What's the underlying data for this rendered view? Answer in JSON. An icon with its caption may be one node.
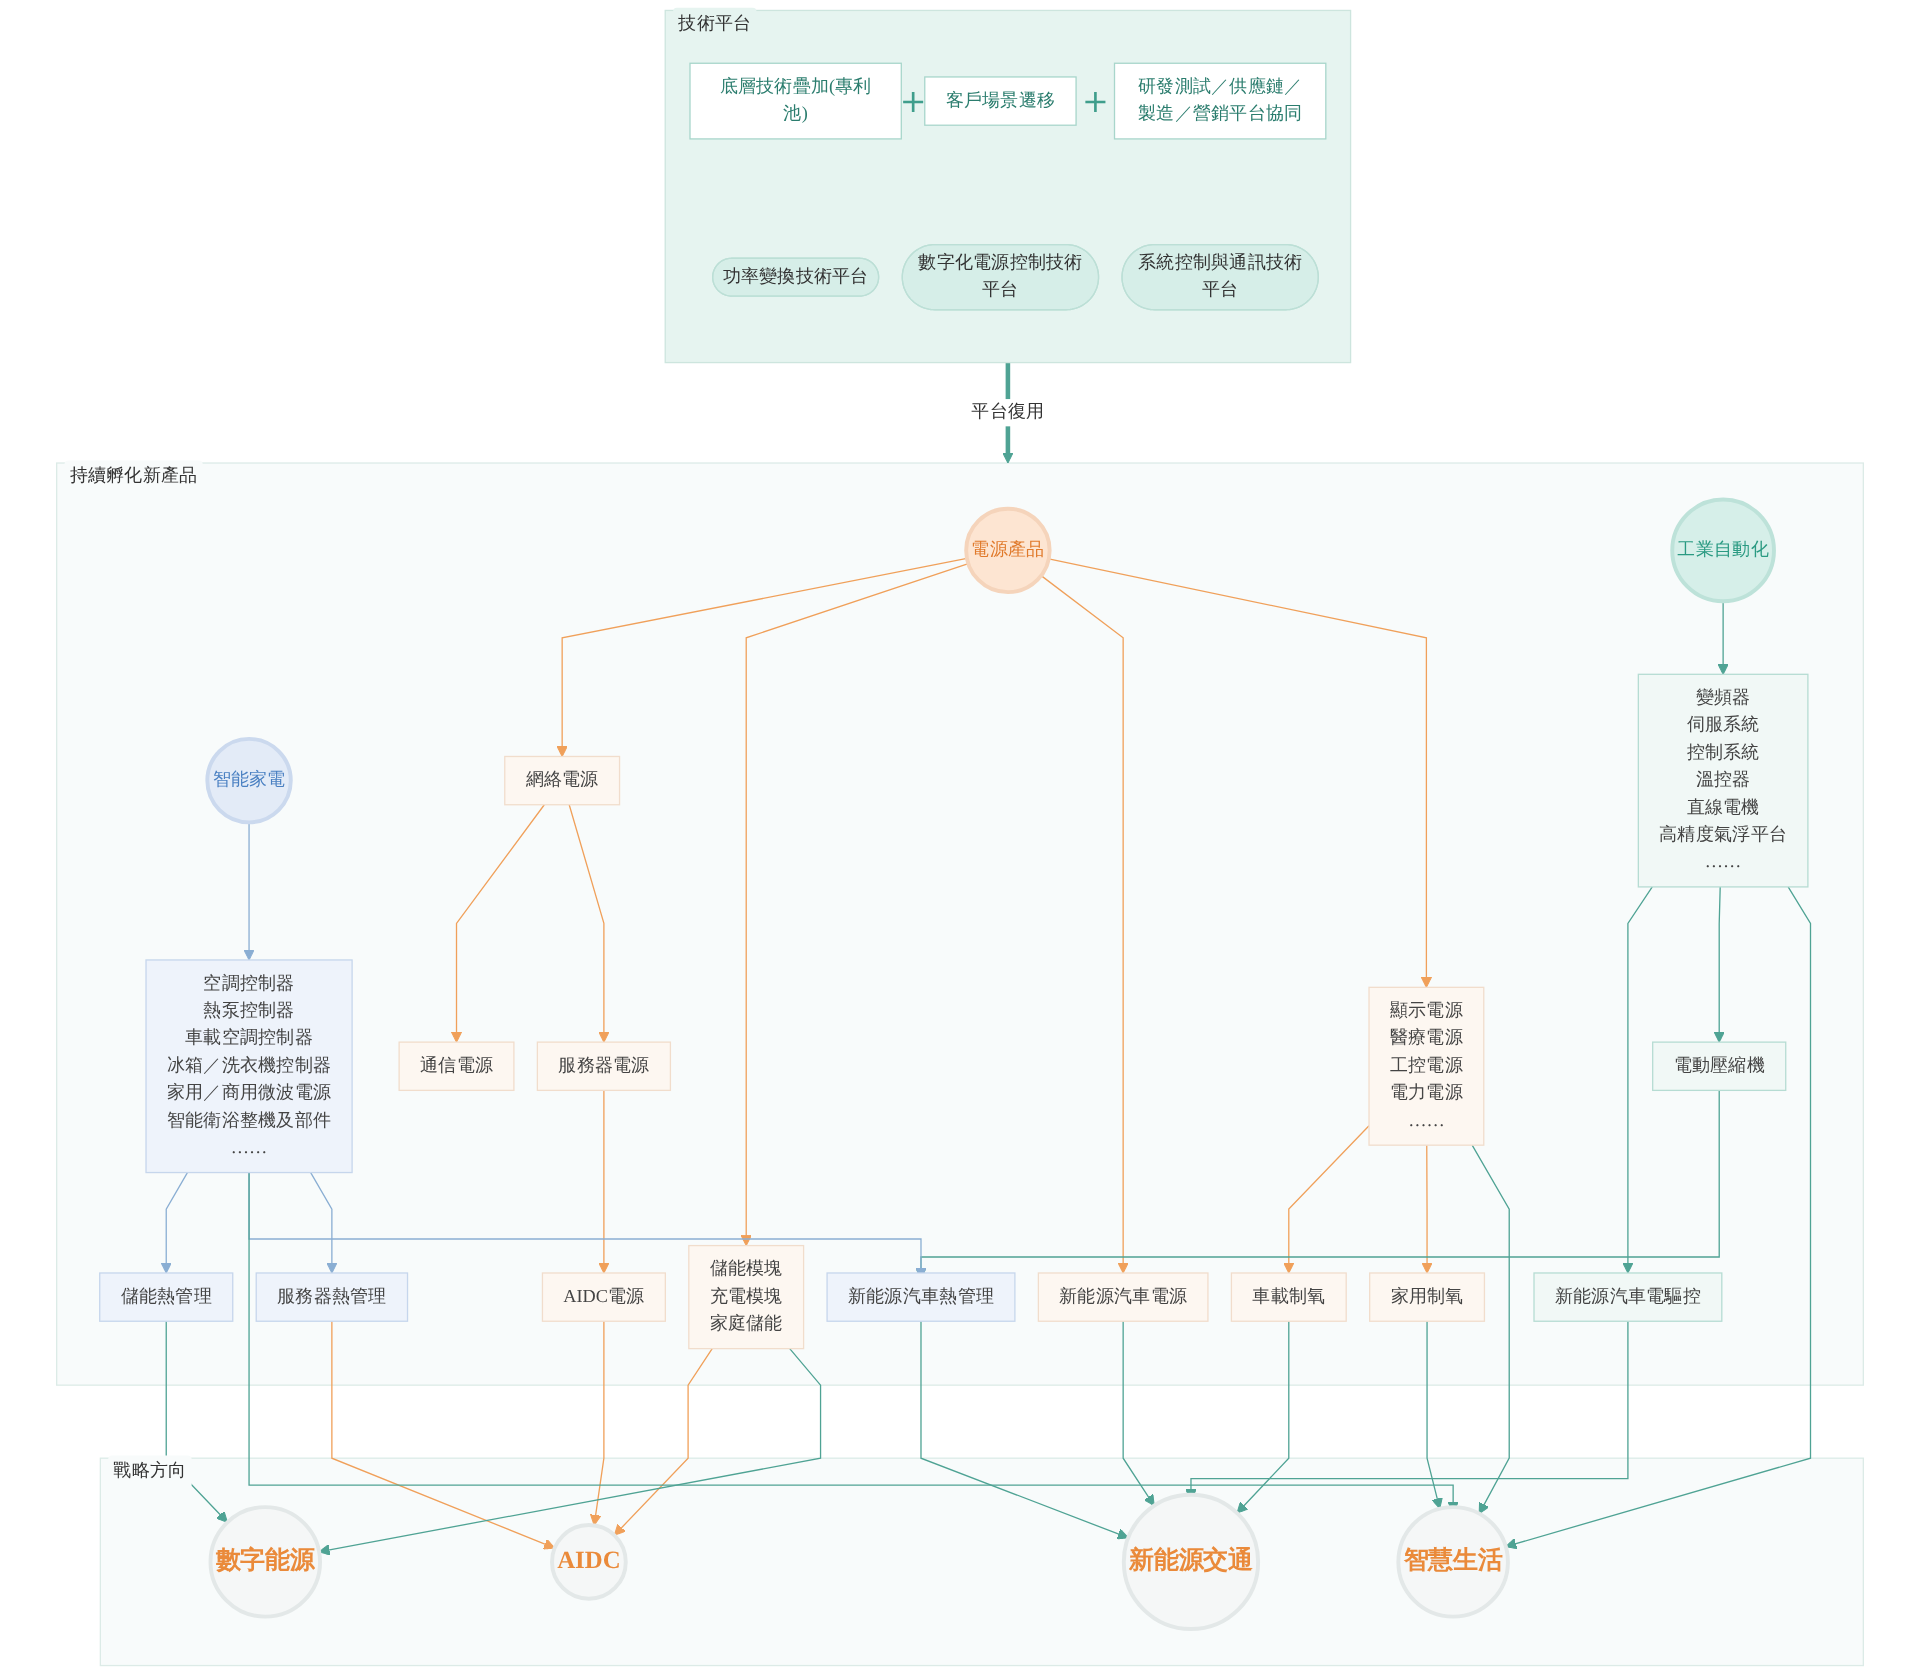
{
  "diagram": {
    "nodes": [
      {
        "text": [
          "技術平台"
        ]
      },
      {
        "text": [
          "底層技術疊加(專利池)"
        ],
        "in": 0
      },
      {
        "text": [
          "客戶場景遷移"
        ],
        "in": 0
      },
      {
        "text": [
          "研發測試／供應鏈／製造／營銷平台協同"
        ],
        "in": 0
      },
      {
        "text": [
          "功率變換技術平台"
        ],
        "in": 0
      },
      {
        "text": [
          "數字化電源控制技術平台"
        ],
        "in": 0
      },
      {
        "text": [
          "系統控制與通訊技術平台"
        ],
        "in": 0
      },
      {
        "text": [
          "持續孵化新產品"
        ]
      },
      {
        "text": [
          "電源產品"
        ],
        "in": 7
      },
      {
        "text": [
          "工業自動化"
        ],
        "in": 7
      },
      {
        "text": [
          "智能家電"
        ],
        "in": 7
      },
      {
        "text": [
          "網絡電源"
        ],
        "in": 7
      },
      {
        "text": [
          "儲能模塊",
          "充電模塊",
          "家庭儲能"
        ],
        "in": 7
      },
      {
        "text": [
          "新能源汽車電源"
        ],
        "in": 7
      },
      {
        "text": [
          "顯示電源",
          "醫療電源",
          "工控電源",
          "電力電源",
          "……"
        ],
        "in": 7
      },
      {
        "text": [
          "通信電源"
        ],
        "in": 7
      },
      {
        "text": [
          "服務器電源"
        ],
        "in": 7
      },
      {
        "text": [
          "AIDC電源"
        ],
        "in": 7
      },
      {
        "text": [
          "車載制氧"
        ],
        "in": 7
      },
      {
        "text": [
          "家用制氧"
        ],
        "in": 7
      },
      {
        "text": [
          "變頻器",
          "伺服系統",
          "控制系統",
          "溫控器",
          "直線電機",
          "高精度氣浮平台",
          "……"
        ],
        "in": 7
      },
      {
        "text": [
          "新能源汽車電驅控"
        ],
        "in": 7
      },
      {
        "text": [
          "電動壓縮機"
        ],
        "in": 7
      },
      {
        "text": [
          "空調控制器",
          "熱泵控制器",
          "車載空調控制器",
          "冰箱／洗衣機控制器",
          "家用／商用微波電源",
          "智能衛浴整機及部件",
          "……"
        ],
        "in": 7
      },
      {
        "text": [
          "新能源汽車熱管理"
        ],
        "in": 7
      },
      {
        "text": [
          "儲能熱管理"
        ],
        "in": 7
      },
      {
        "text": [
          "服務器熱管理"
        ],
        "in": 7
      },
      {
        "text": [
          "戰略方向"
        ]
      },
      {
        "text": [
          "AIDC"
        ],
        "in": 27
      },
      {
        "text": [
          "新能源交通"
        ],
        "in": 27
      },
      {
        "text": [
          "數字能源"
        ],
        "in": 27
      },
      {
        "text": [
          "智慧生活"
        ],
        "in": 27
      }
    ],
    "edges": [
      {
        "from": 0,
        "to": 7,
        "arrow": "to",
        "label": "平台復用",
        "style": "thick"
      },
      {
        "from": 8,
        "to": 11,
        "arrow": "to",
        "color": "#f0a05a"
      },
      {
        "from": 8,
        "to": 12,
        "arrow": "to",
        "color": "#f0a05a"
      },
      {
        "from": 8,
        "to": 13,
        "arrow": "to",
        "color": "#f0a05a"
      },
      {
        "from": 8,
        "to": 14,
        "arrow": "to",
        "color": "#f0a05a"
      },
      {
        "from": 11,
        "to": 15,
        "arrow": "to",
        "color": "#f0a05a"
      },
      {
        "from": 11,
        "to": 16,
        "arrow": "to",
        "color": "#f0a05a"
      },
      {
        "from": 16,
        "to": 17,
        "arrow": "to",
        "color": "#f0a05a"
      },
      {
        "from": 14,
        "to": 18,
        "arrow": "to",
        "color": "#f0a05a"
      },
      {
        "from": 14,
        "to": 19,
        "arrow": "to",
        "color": "#f0a05a"
      },
      {
        "from": 9,
        "to": 20,
        "arrow": "to"
      },
      {
        "from": 10,
        "to": 23,
        "arrow": "to",
        "color": "#8aaed3"
      },
      {
        "from": 20,
        "to": 21,
        "arrow": "to"
      },
      {
        "from": 20,
        "to": 22,
        "arrow": "to"
      },
      {
        "from": 22,
        "to": 24,
        "arrow": "to"
      },
      {
        "from": 23,
        "to": 24,
        "arrow": "to",
        "color": "#8aaed3"
      },
      {
        "from": 23,
        "to": 25,
        "arrow": "to",
        "color": "#8aaed3"
      },
      {
        "from": 23,
        "to": 26,
        "arrow": "to",
        "color": "#8aaed3"
      },
      {
        "from": 17,
        "to": 28,
        "arrow": "to",
        "color": "#f0a05a"
      },
      {
        "from": 12,
        "to": 28,
        "arrow": "to",
        "color": "#f0a05a"
      },
      {
        "from": 26,
        "to": 28,
        "arrow": "to",
        "color": "#f0a05a"
      },
      {
        "from": 18,
        "to": 29,
        "arrow": "to"
      },
      {
        "from": 13,
        "to": 29,
        "arrow": "to"
      },
      {
        "from": 21,
        "to": 29,
        "arrow": "to"
      },
      {
        "from": 24,
        "to": 29,
        "arrow": "to"
      },
      {
        "from": 12,
        "to": 30,
        "arrow": "to"
      },
      {
        "from": 25,
        "to": 30,
        "arrow": "to"
      },
      {
        "from": 14,
        "to": 31,
        "arrow": "to"
      },
      {
        "from": 19,
        "to": 31,
        "arrow": "to"
      },
      {
        "from": 20,
        "to": 31,
        "arrow": "to"
      },
      {
        "from": 23,
        "to": 31,
        "arrow": "to"
      }
    ],
    "labels": [
      "+",
      "+"
    ]
  }
}
